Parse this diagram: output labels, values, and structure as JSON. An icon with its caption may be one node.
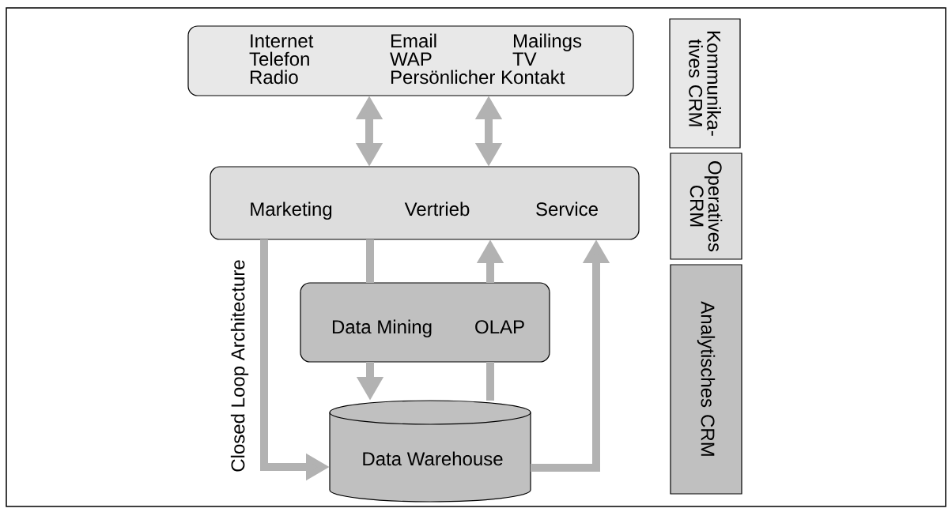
{
  "diagram": {
    "nodes": [
      {
        "text": [
          "Internet",
          "Email",
          "Mailings",
          "Telefon",
          "WAP",
          "TV",
          "Radio",
          "Persönlicher Kontakt"
        ]
      },
      {
        "text": [
          "Marketing",
          "Vertrieb",
          "Service"
        ]
      },
      {
        "text": [
          "Data Mining",
          "OLAP"
        ]
      },
      {
        "text": [
          "Data Warehouse"
        ]
      },
      {
        "text": [
          "Kommunika- tives CRM"
        ]
      },
      {
        "text": [
          "Operatives CRM"
        ]
      },
      {
        "text": [
          "Analytisches CRM"
        ]
      }
    ],
    "edges": [
      {
        "from": 0,
        "to": 1,
        "arrow": "both"
      },
      {
        "from": 0,
        "to": 1,
        "arrow": "both"
      },
      {
        "from": 1,
        "to": 3,
        "arrow": "to"
      },
      {
        "from": 1,
        "to": 2,
        "arrow": "none"
      },
      {
        "from": 2,
        "to": 3,
        "arrow": "to"
      },
      {
        "from": 3,
        "to": 2,
        "arrow": "none"
      },
      {
        "from": 2,
        "to": 1,
        "arrow": "to"
      },
      {
        "from": 3,
        "to": 1,
        "arrow": "to"
      }
    ],
    "labels": [
      "Closed Loop Architecture"
    ]
  }
}
